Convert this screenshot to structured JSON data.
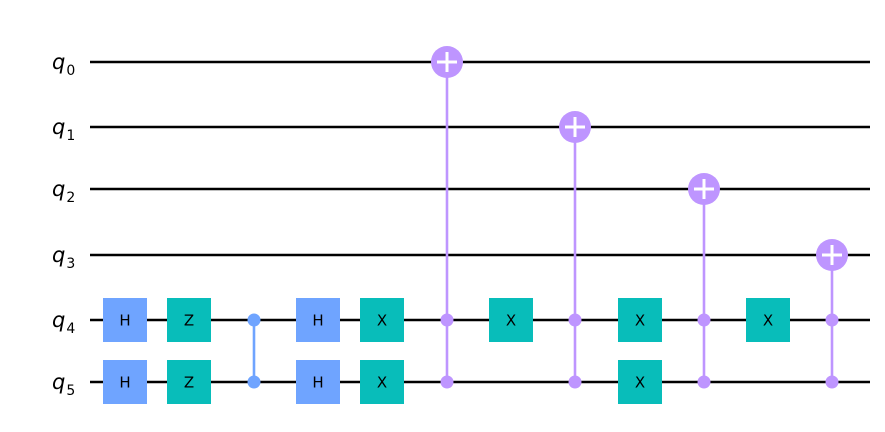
{
  "qubits": [
    {
      "name": "q",
      "index": "0"
    },
    {
      "name": "q",
      "index": "1"
    },
    {
      "name": "q",
      "index": "2"
    },
    {
      "name": "q",
      "index": "3"
    },
    {
      "name": "q",
      "index": "4"
    },
    {
      "name": "q",
      "index": "5"
    }
  ],
  "colors": {
    "h_gate": "#6fa4ff",
    "pauli_gate": "#08bdba",
    "cz_gate": "#6fa4ff",
    "mcx_gate": "#be95ff",
    "wire": "#000000"
  },
  "gates": [
    {
      "type": "single",
      "label": "H",
      "kind": "h",
      "step": 0,
      "qubit": 4
    },
    {
      "type": "single",
      "label": "H",
      "kind": "h",
      "step": 0,
      "qubit": 5
    },
    {
      "type": "single",
      "label": "Z",
      "kind": "pauli",
      "step": 1,
      "qubit": 4
    },
    {
      "type": "single",
      "label": "Z",
      "kind": "pauli",
      "step": 1,
      "qubit": 5
    },
    {
      "type": "cz",
      "step": 2,
      "qubits": [
        4,
        5
      ]
    },
    {
      "type": "single",
      "label": "H",
      "kind": "h",
      "step": 3,
      "qubit": 4
    },
    {
      "type": "single",
      "label": "H",
      "kind": "h",
      "step": 3,
      "qubit": 5
    },
    {
      "type": "single",
      "label": "X",
      "kind": "pauli",
      "step": 4,
      "qubit": 4
    },
    {
      "type": "single",
      "label": "X",
      "kind": "pauli",
      "step": 4,
      "qubit": 5
    },
    {
      "type": "mcx",
      "step": 5,
      "controls": [
        4,
        5
      ],
      "target": 0
    },
    {
      "type": "single",
      "label": "X",
      "kind": "pauli",
      "step": 6,
      "qubit": 4
    },
    {
      "type": "mcx",
      "step": 7,
      "controls": [
        4,
        5
      ],
      "target": 1
    },
    {
      "type": "single",
      "label": "X",
      "kind": "pauli",
      "step": 8,
      "qubit": 4
    },
    {
      "type": "single",
      "label": "X",
      "kind": "pauli",
      "step": 8,
      "qubit": 5
    },
    {
      "type": "mcx",
      "step": 9,
      "controls": [
        4,
        5
      ],
      "target": 2
    },
    {
      "type": "single",
      "label": "X",
      "kind": "pauli",
      "step": 10,
      "qubit": 4
    },
    {
      "type": "mcx",
      "step": 11,
      "controls": [
        4,
        5
      ],
      "target": 3
    }
  ]
}
